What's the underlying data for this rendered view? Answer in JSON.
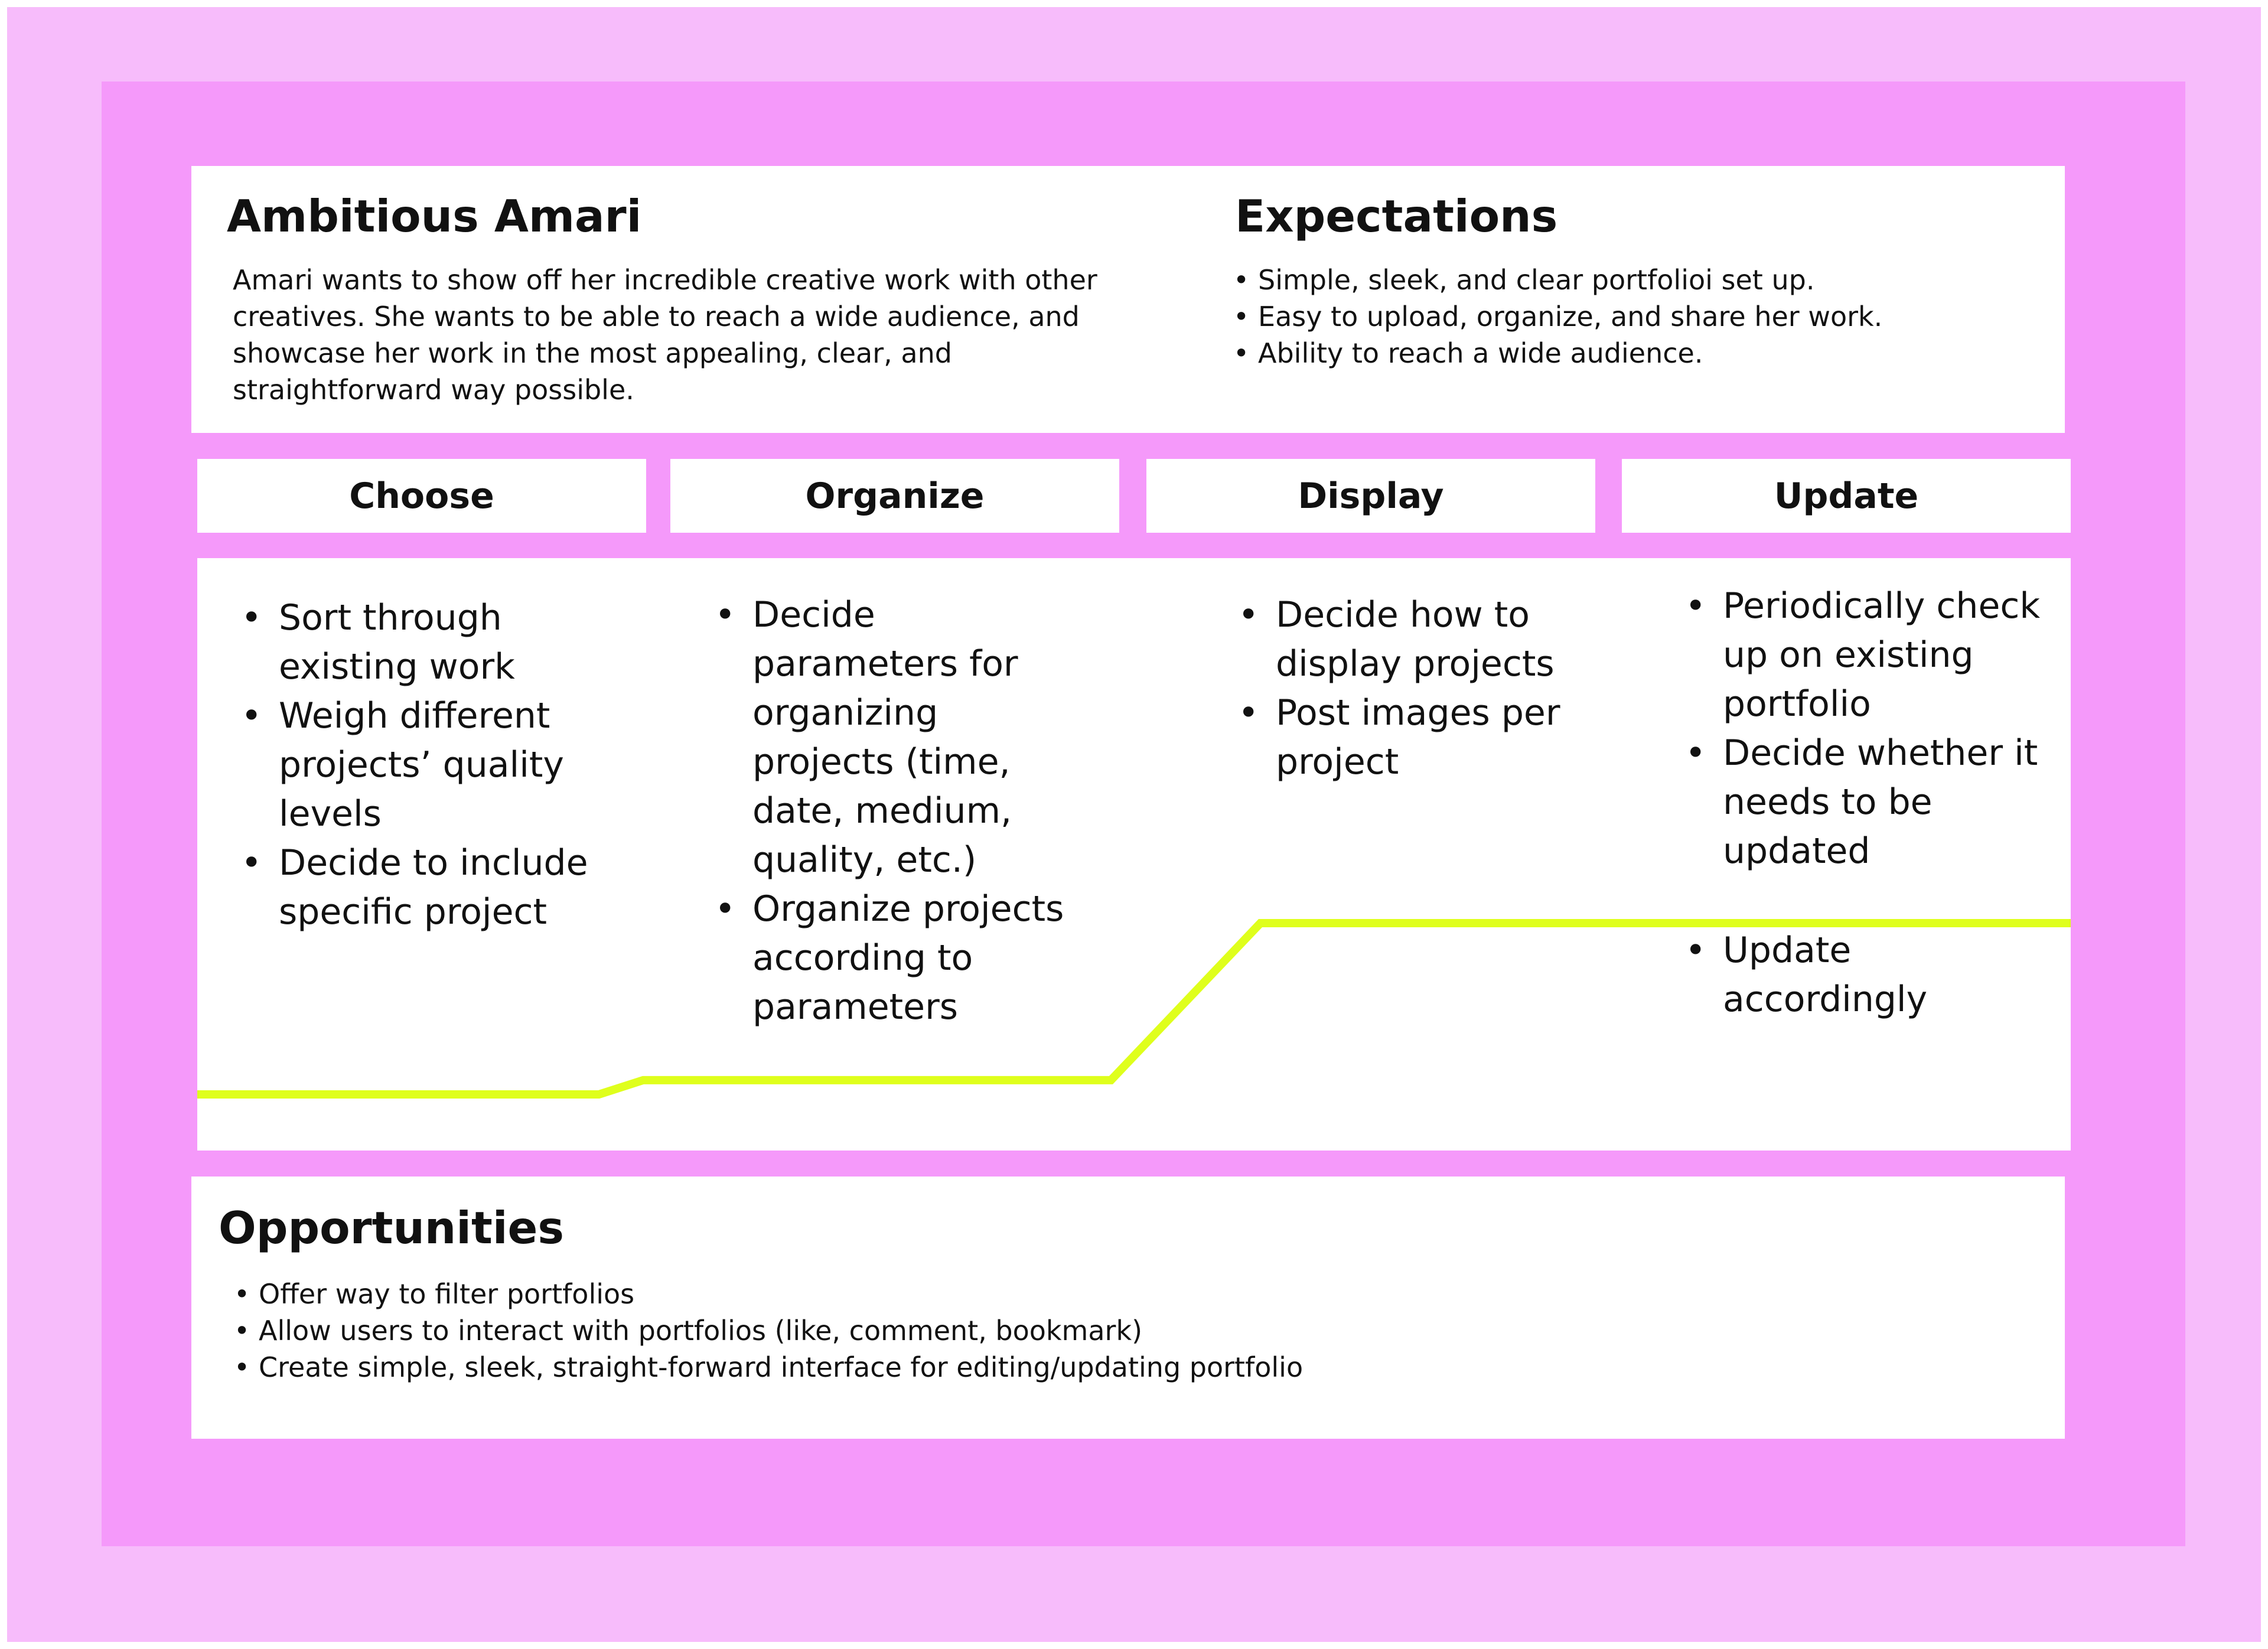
{
  "persona": {
    "name": "Ambitious Amari",
    "description": "Amari wants to show off her incredible creative work with other creatives. She wants to be able to reach a wide audience, and showcase her work in the most appealing, clear, and straightforward way possible."
  },
  "expectations": {
    "title": "Expectations",
    "items": [
      "Simple, sleek, and clear portfolioi set up.",
      "Easy to upload, organize, and share her work.",
      "Ability to reach a wide audience."
    ]
  },
  "stages": [
    {
      "label": "Choose",
      "actions": [
        "Sort through existing work",
        "Weigh different projects’ quality levels",
        "Decide to include specific project"
      ]
    },
    {
      "label": "Organize",
      "actions": [
        "Decide parameters for organizing projects (time, date, medium, quality, etc.)",
        "Organize projects according to parameters"
      ]
    },
    {
      "label": "Display",
      "actions": [
        "Decide how to display projects",
        "Post images per project"
      ]
    },
    {
      "label": "Update",
      "actions": [
        "Periodically check up on existing portfolio",
        "Decide whether it needs to be updated"
      ],
      "actions_after": [
        "Update accordingly"
      ]
    }
  ],
  "journey_line": {
    "color": "#dfff1c",
    "levels": [
      {
        "stage": "Choose",
        "level": 0.0
      },
      {
        "stage": "Organize",
        "level": 0.05
      },
      {
        "stage": "Display",
        "level": 0.6
      },
      {
        "stage": "Update",
        "level": 0.6
      }
    ]
  },
  "opportunities": {
    "title": "Opportunities",
    "items": [
      "Offer way to filter portfolios",
      "Allow users to interact with portfolios (like, comment, bookmark)",
      "Create simple, sleek, straight-forward interface for editing/updating portfolio"
    ]
  },
  "colors": {
    "outer_background": "#f7bcfb",
    "inner_background": "#f599fa",
    "card": "#ffffff",
    "journey_line": "#dfff1c"
  }
}
